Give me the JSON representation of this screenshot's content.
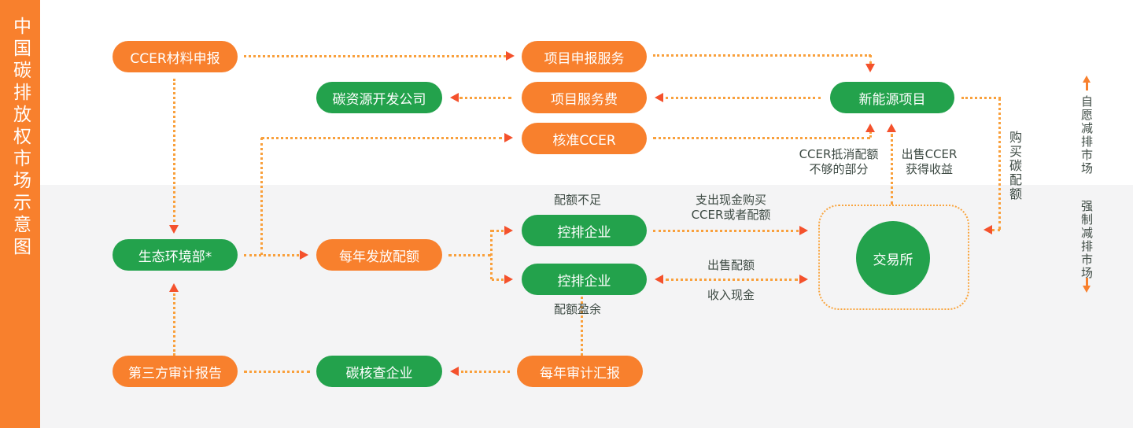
{
  "sidebar": {
    "title": "中国碳排放权市场示意图"
  },
  "colors": {
    "orange": "#f8802d",
    "green": "#23a24c",
    "line_dots": "#f9a03c",
    "arrowhead": "#f4512c",
    "label_text": "#3d4a43",
    "lower_band": "#f4f4f5"
  },
  "markets": {
    "voluntary": "自愿减排市场",
    "mandatory": "强制减排市场"
  },
  "nodes": {
    "ccer_material": {
      "label": "CCER材料申报"
    },
    "project_apply": {
      "label": "项目申报服务"
    },
    "project_fee": {
      "label": "项目服务费"
    },
    "approve_ccer": {
      "label": "核准CCER"
    },
    "carbon_dev_co": {
      "label": "碳资源开发公司"
    },
    "new_energy": {
      "label": "新能源项目"
    },
    "moe": {
      "label": "生态环境部*"
    },
    "annual_quota": {
      "label": "每年发放配额"
    },
    "cap_top": {
      "label": "控排企业"
    },
    "cap_bottom": {
      "label": "控排企业"
    },
    "third_party": {
      "label": "第三方审计报告"
    },
    "carbon_verify": {
      "label": "碳核查企业"
    },
    "annual_audit": {
      "label": "每年审计汇报"
    },
    "exchange": {
      "label": "交易所"
    }
  },
  "labels": {
    "quota_short": "配额不足",
    "quota_surplus": "配额盈余",
    "pay_cash_1": "支出现金购买",
    "pay_cash_2": "CCER或者配额",
    "sell_quota": "出售配额",
    "receive_cash": "收入现金",
    "ccer_offset_1": "CCER抵消配额",
    "ccer_offset_2": "不够的部分",
    "sell_ccer_1": "出售CCER",
    "sell_ccer_2": "获得收益",
    "buy_carbon_quota": "购买碳配额"
  }
}
